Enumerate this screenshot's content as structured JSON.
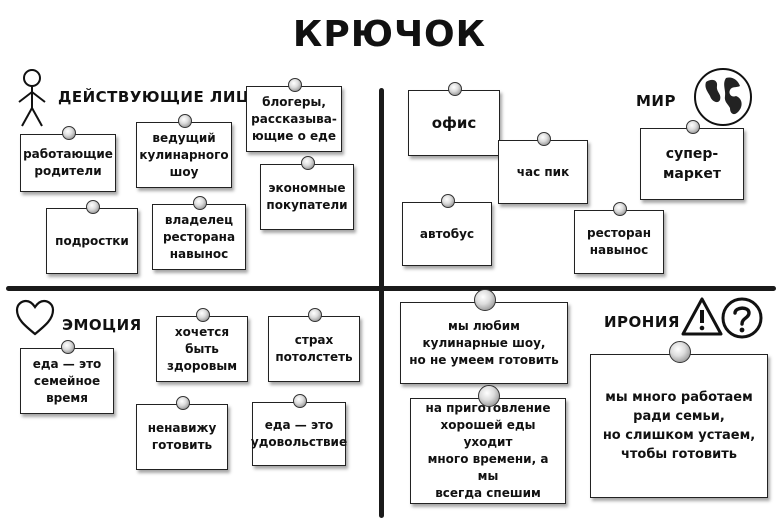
{
  "title": "КРЮЧОК",
  "quadrants": {
    "characters": {
      "label": "ДЕЙСТВУЮЩИЕ ЛИЦА",
      "notes": [
        "работающие\nродители",
        "ведущий\nкулинарного\nшоу",
        "блогеры,\nрассказыва-\nющие о еде",
        "экономные\nпокупатели",
        "подростки",
        "владелец\nресторана\nнавынос"
      ]
    },
    "world": {
      "label": "МИР",
      "notes": [
        "офис",
        "час пик",
        "супер-\nмаркет",
        "автобус",
        "ресторан\nнавынос"
      ]
    },
    "emotion": {
      "label": "ЭМОЦИЯ",
      "notes": [
        "еда — это\nсемейное\nвремя",
        "хочется быть\nздоровым",
        "страх\nпотолстеть",
        "ненавижу\nготовить",
        "еда — это\nудовольствие"
      ]
    },
    "irony": {
      "label": "ИРОНИЯ",
      "notes": [
        "мы любим\nкулинарные шоу,\nно не умеем готовить",
        "на приготовление\nхорошей еды уходит\nмного времени, а мы\nвсегда спешим",
        "мы много работаем\nради семьи,\nно слишком устаем,\nчтобы готовить"
      ]
    }
  },
  "icons": [
    "stick-figure-icon",
    "globe-icon",
    "heart-icon",
    "warning-icon",
    "question-icon"
  ]
}
